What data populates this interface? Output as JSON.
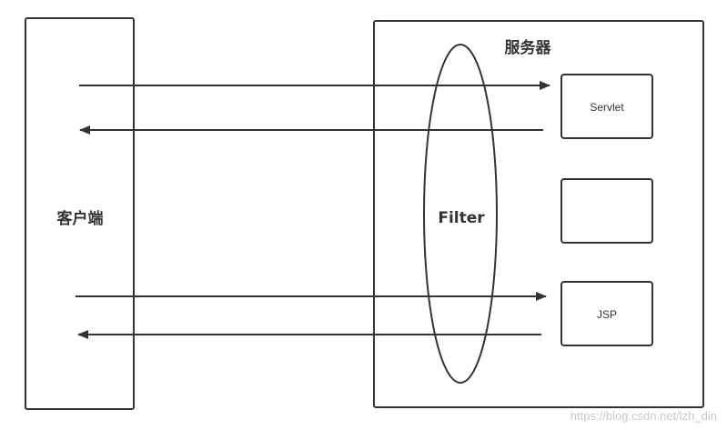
{
  "client": {
    "label": "客户端"
  },
  "server": {
    "label": "服务器"
  },
  "filter": {
    "label": "Filter"
  },
  "components": [
    {
      "label": "Servlet"
    },
    {
      "label": ""
    },
    {
      "label": "JSP"
    }
  ],
  "flows": [
    {
      "direction": "to-server",
      "target": "Servlet"
    },
    {
      "direction": "to-client",
      "source": "Servlet"
    },
    {
      "direction": "to-server",
      "target": "JSP"
    },
    {
      "direction": "to-client",
      "source": "JSP"
    }
  ],
  "watermark": "https://blog.csdn.net/lzh_din",
  "colors": {
    "stroke": "#333333",
    "background": "#ffffff",
    "watermark": "#c8c8c8"
  }
}
